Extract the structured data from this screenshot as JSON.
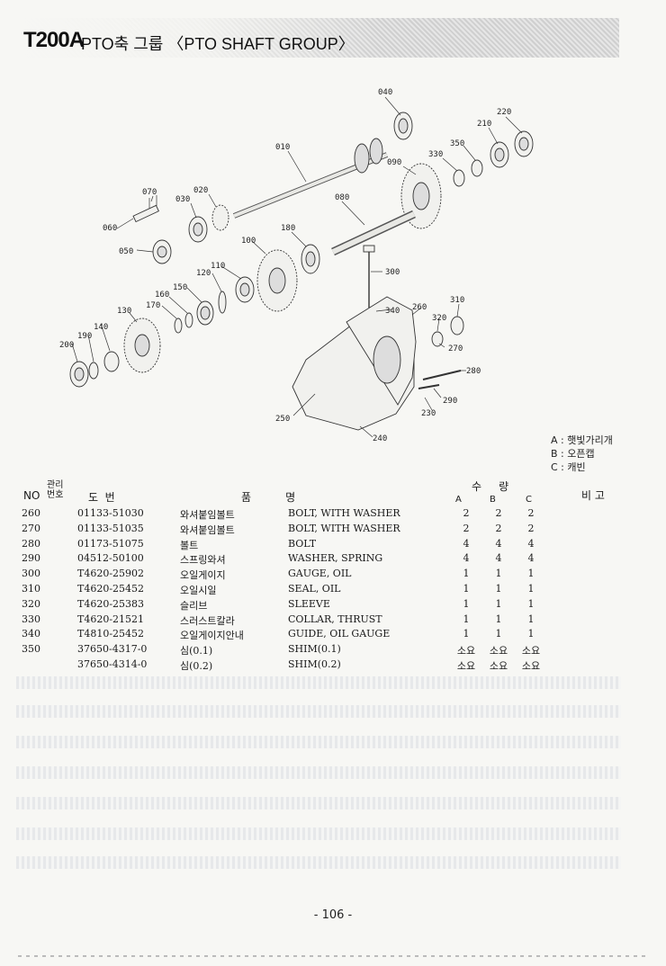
{
  "header": {
    "model": "T200A",
    "group_title": "PTO축 그룹 〈PTO SHAFT GROUP〉"
  },
  "diagram": {
    "callouts": [
      "040",
      "220",
      "210",
      "350",
      "330",
      "090",
      "010",
      "070",
      "020",
      "030",
      "080",
      "060",
      "180",
      "050",
      "100",
      "110",
      "120",
      "150",
      "160",
      "170",
      "300",
      "310",
      "260",
      "340",
      "320",
      "130",
      "140",
      "190",
      "200",
      "270",
      "280",
      "290",
      "230",
      "250",
      "240"
    ]
  },
  "legend": [
    "A : 햇빛가리개",
    "B : 오픈캡",
    "C : 캐빈"
  ],
  "table": {
    "headers": {
      "no": "NO",
      "mgmt_no": "관리\n번호",
      "drawing_no": "도  번",
      "name": "품          명",
      "qty": "수     량",
      "qty_a": "A",
      "qty_b": "B",
      "qty_c": "C",
      "remark": "비 고"
    },
    "rows": [
      {
        "no": "260",
        "part_no": "01133-51030",
        "name_kr": "와셔붙임볼트",
        "name_en": "BOLT, WITH WASHER",
        "a": "2",
        "b": "2",
        "c": "2"
      },
      {
        "no": "270",
        "part_no": "01133-51035",
        "name_kr": "와셔붙임볼트",
        "name_en": "BOLT, WITH WASHER",
        "a": "2",
        "b": "2",
        "c": "2"
      },
      {
        "no": "280",
        "part_no": "01173-51075",
        "name_kr": "볼트",
        "name_en": "BOLT",
        "a": "4",
        "b": "4",
        "c": "4"
      },
      {
        "no": "290",
        "part_no": "04512-50100",
        "name_kr": "스프링와셔",
        "name_en": "WASHER, SPRING",
        "a": "4",
        "b": "4",
        "c": "4"
      },
      {
        "no": "300",
        "part_no": "T4620-25902",
        "name_kr": "오일게이지",
        "name_en": "GAUGE, OIL",
        "a": "1",
        "b": "1",
        "c": "1"
      },
      {
        "no": "310",
        "part_no": "T4620-25452",
        "name_kr": "오일시일",
        "name_en": "SEAL, OIL",
        "a": "1",
        "b": "1",
        "c": "1"
      },
      {
        "no": "320",
        "part_no": "T4620-25383",
        "name_kr": "슬리브",
        "name_en": "SLEEVE",
        "a": "1",
        "b": "1",
        "c": "1"
      },
      {
        "no": "330",
        "part_no": "T4620-21521",
        "name_kr": "스러스트칼라",
        "name_en": "COLLAR, THRUST",
        "a": "1",
        "b": "1",
        "c": "1"
      },
      {
        "no": "340",
        "part_no": "T4810-25452",
        "name_kr": "오일게이지안내",
        "name_en": "GUIDE, OIL GAUGE",
        "a": "1",
        "b": "1",
        "c": "1"
      },
      {
        "no": "350",
        "part_no": "37650-4317-0",
        "name_kr": "심(0.1)",
        "name_en": "SHIM(0.1)",
        "a": "소요",
        "b": "소요",
        "c": "소요"
      },
      {
        "no": "",
        "part_no": "37650-4314-0",
        "name_kr": "심(0.2)",
        "name_en": "SHIM(0.2)",
        "a": "소요",
        "b": "소요",
        "c": "소요"
      }
    ]
  },
  "page_number": "- 106 -"
}
